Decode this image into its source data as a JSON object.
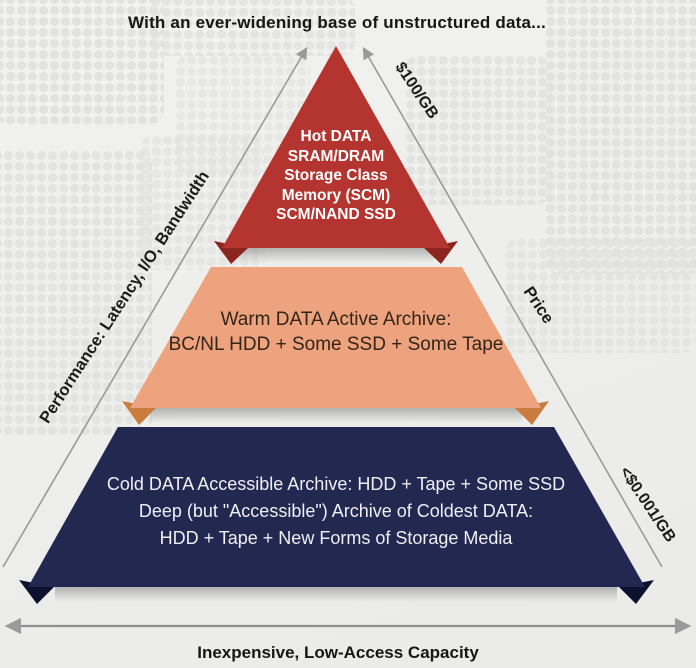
{
  "title": "With an ever-widening base of unstructured data...",
  "axes": {
    "left_label": "Performance: Latency, I/O, Bandwidth",
    "right_top_label": "$100/GB",
    "right_mid_label": "Price",
    "right_bottom_label": "<$0.001/GB",
    "bottom_label": "Inexpensive, Low-Access Capacity"
  },
  "pyramid": {
    "tiers": [
      {
        "name": "hot",
        "face_color": "#b43530",
        "fold_color": "#8c2520",
        "lines": [
          "Hot DATA",
          "SRAM/DRAM",
          "Storage Class",
          "Memory (SCM)",
          "SCM/NAND SSD"
        ]
      },
      {
        "name": "warm",
        "face_color": "#eda37d",
        "fold_color": "#c97c3d",
        "lines": [
          "Warm DATA Active Archive:",
          "BC/NL HDD + Some SSD + Some Tape"
        ]
      },
      {
        "name": "cold",
        "face_color": "#232851",
        "fold_color": "#0c1130",
        "lines": [
          "Cold DATA Accessible Archive: HDD + Tape + Some SSD",
          "Deep (but \"Accessible\") Archive of Coldest DATA:",
          "HDD + Tape + New Forms of Storage Media"
        ]
      }
    ]
  },
  "colors": {
    "diagonal_line": "#9a9a9a",
    "bottom_arrow": "#8f8f8f",
    "background": "#efefed",
    "dots": "#e2e2e0"
  }
}
